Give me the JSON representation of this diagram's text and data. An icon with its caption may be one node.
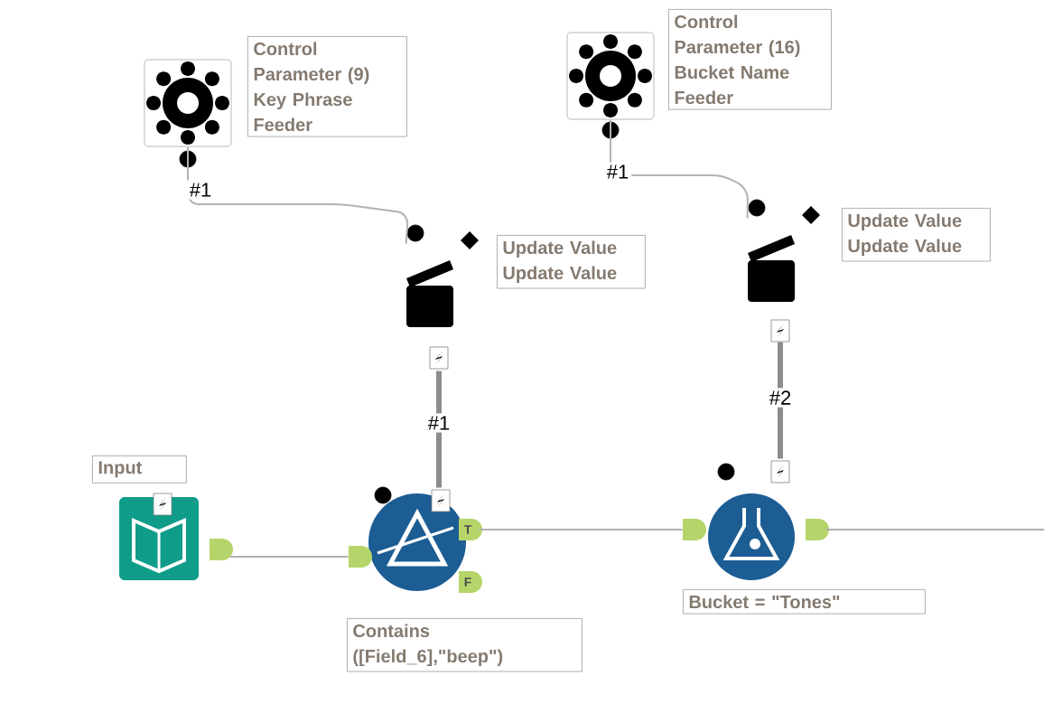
{
  "diagram": {
    "nodes": [
      {
        "text": [],
        "shape": "box",
        "beside": [
          "Control Parameter (9) Key Phrase Feeder"
        ]
      },
      {
        "text": [],
        "shape": "box",
        "beside": [
          "Control Parameter (16) Bucket Name Feeder"
        ]
      },
      {
        "text": [],
        "shape": "box",
        "beside": [
          "Update Value Update Value"
        ]
      },
      {
        "text": [],
        "shape": "box",
        "beside": [
          "Update Value Update Value"
        ]
      },
      {
        "text": [],
        "shape": "box",
        "beside": [
          "Input"
        ]
      },
      {
        "text": [],
        "shape": "circle",
        "beside": [
          "Contains ([Field_6],\"beep\")"
        ]
      },
      {
        "text": [],
        "shape": "circle",
        "beside": [
          "Bucket = \"Tones\""
        ]
      }
    ],
    "edges": [
      {
        "from": 0,
        "to": 2,
        "arrow": "none",
        "label": "#1"
      },
      {
        "from": 1,
        "to": 3,
        "arrow": "none",
        "label": "#1"
      },
      {
        "from": 2,
        "to": 5,
        "arrow": "none",
        "label": "#1",
        "style": "thick"
      },
      {
        "from": 3,
        "to": 6,
        "arrow": "none",
        "label": "#2",
        "style": "thick"
      },
      {
        "from": 4,
        "to": 5,
        "arrow": "none"
      },
      {
        "from": 5,
        "to": 6,
        "arrow": "none"
      },
      {
        "from": 6,
        "to": null,
        "arrow": "none"
      }
    ],
    "labels": [
      "T",
      "F"
    ]
  }
}
